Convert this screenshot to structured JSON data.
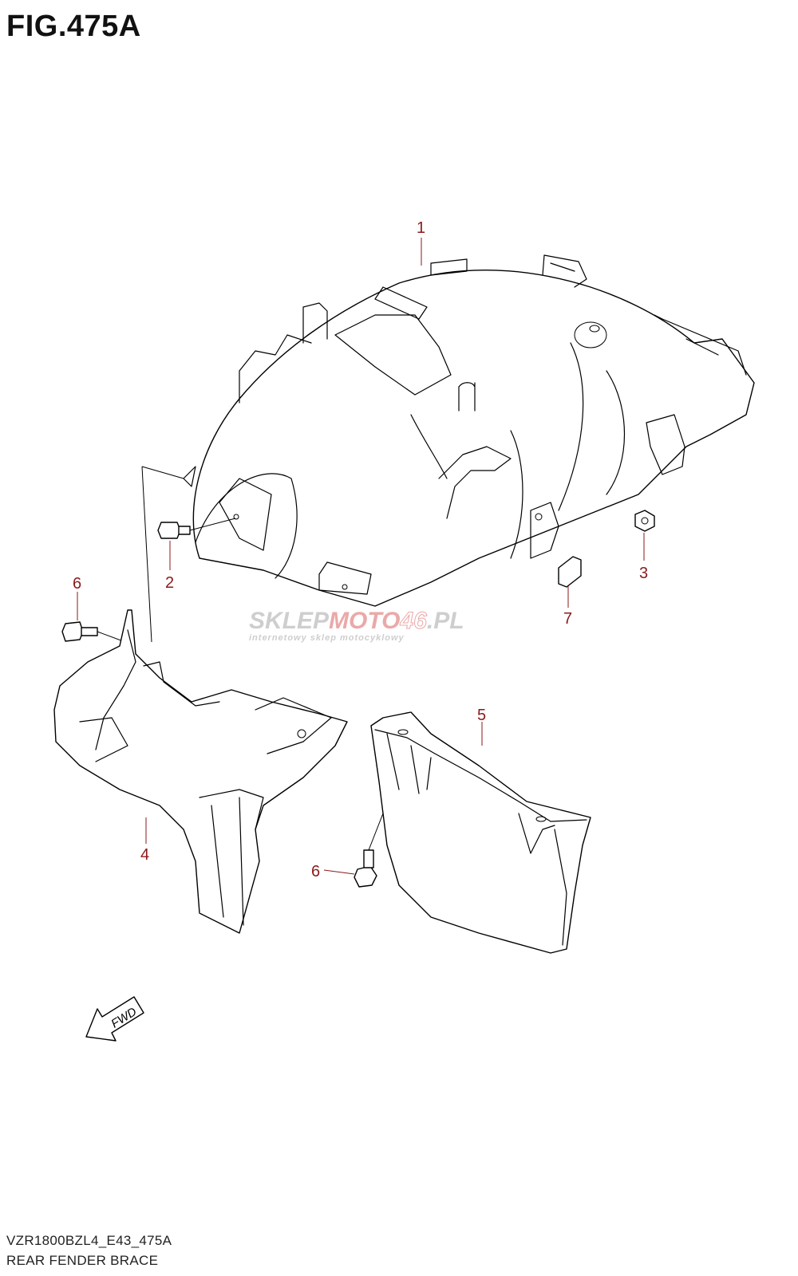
{
  "figure": {
    "title": "FIG.475A",
    "model_code": "VZR1800BZL4_E43_475A",
    "diagram_name": "REAR FENDER BRACE"
  },
  "callouts": [
    {
      "id": "1",
      "label": "1"
    },
    {
      "id": "2",
      "label": "2"
    },
    {
      "id": "3",
      "label": "3"
    },
    {
      "id": "4",
      "label": "4"
    },
    {
      "id": "5",
      "label": "5"
    },
    {
      "id": "6a",
      "label": "6"
    },
    {
      "id": "6b",
      "label": "6"
    },
    {
      "id": "7",
      "label": "7"
    }
  ],
  "direction_marker": {
    "label": "FWD",
    "icon": "forward-arrow-icon"
  },
  "watermark": {
    "part1": "SKLEP",
    "part2": "MOTO",
    "part3": "46",
    "part4": ".PL",
    "tagline": "internetowy sklep motocyklowy"
  },
  "colors": {
    "callout": "#8b1a1a",
    "line": "#000000",
    "watermark_grey": "#c9c9c9",
    "watermark_red": "#e8a0a0"
  }
}
